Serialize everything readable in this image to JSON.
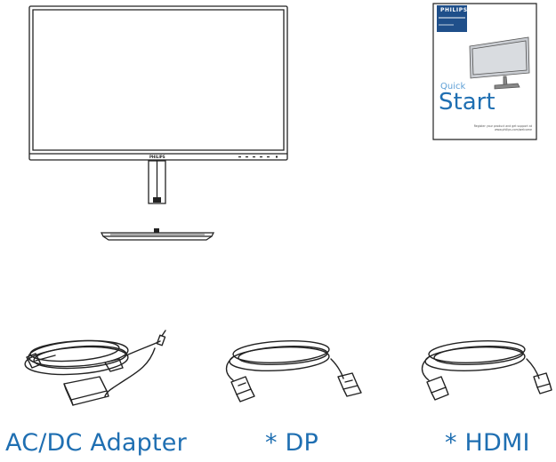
{
  "items": {
    "adapter": {
      "label": "AC/DC Adapter"
    },
    "dp": {
      "label": "* DP"
    },
    "hdmi": {
      "label": "* HDMI"
    }
  },
  "quick_start": {
    "brand": "PHILIPS",
    "quick": "Quick",
    "start": "Start",
    "register": "Register your product and get support at www.philips.com/welcome"
  },
  "monitor": {
    "brand": "PHILIPS"
  },
  "colors": {
    "caption": "#1f6fb2",
    "line": "#222222",
    "manual_header": "#1f4f8a"
  }
}
